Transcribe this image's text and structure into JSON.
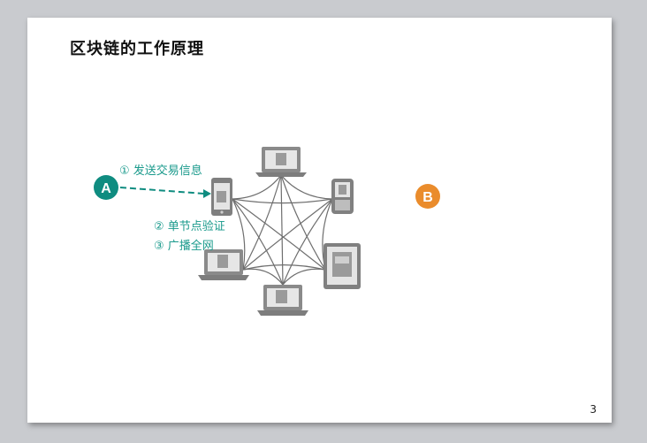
{
  "slide": {
    "title": "区块链的工作原理",
    "page_number": "3"
  },
  "diagram": {
    "node_a": "A",
    "node_b": "B",
    "step1": "① 发送交易信息",
    "step2": "② 单节点验证",
    "step3": "③ 广播全网",
    "colors": {
      "teal": "#0f8c80",
      "label_teal": "#1a9a8c",
      "orange": "#ea8c2c",
      "device_gray": "#8b8b8b",
      "mesh_line": "#6e6e6e"
    }
  }
}
